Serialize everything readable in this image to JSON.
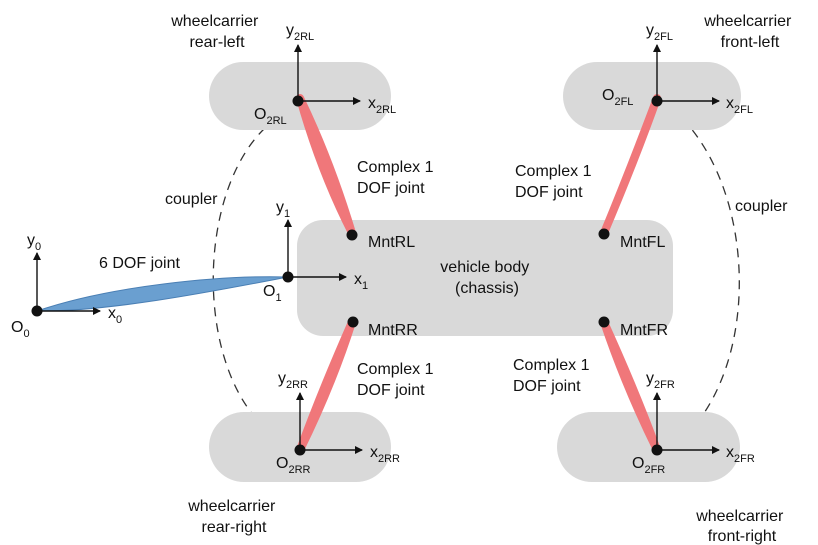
{
  "labels": {
    "wc_rl": [
      "wheelcarrier",
      "rear-left"
    ],
    "wc_fl": [
      "wheelcarrier",
      "front-left"
    ],
    "wc_rr": [
      "wheelcarrier",
      "rear-right"
    ],
    "wc_fr": [
      "wheelcarrier",
      "front-right"
    ],
    "joint_rl": [
      "Complex 1",
      "DOF joint"
    ],
    "joint_fl": [
      "Complex 1",
      "DOF joint"
    ],
    "joint_rr": [
      "Complex 1",
      "DOF joint"
    ],
    "joint_fr": [
      "Complex 1",
      "DOF joint"
    ],
    "coupler_left": "coupler",
    "coupler_right": "coupler",
    "six_dof": "6 DOF joint",
    "body": [
      "vehicle body",
      "(chassis)"
    ],
    "mnt_rl": "MntRL",
    "mnt_fl": "MntFL",
    "mnt_rr": "MntRR",
    "mnt_fr": "MntFR"
  },
  "frames": {
    "o0": {
      "origin": [
        "O",
        "0"
      ],
      "x": [
        "x",
        "0"
      ],
      "y": [
        "y",
        "0"
      ]
    },
    "o1": {
      "origin": [
        "O",
        "1"
      ],
      "x": [
        "x",
        "1"
      ],
      "y": [
        "y",
        "1"
      ]
    },
    "o2rl": {
      "origin": [
        "O",
        "2RL"
      ],
      "x": [
        "x",
        "2RL"
      ],
      "y": [
        "y",
        "2RL"
      ]
    },
    "o2fl": {
      "origin": [
        "O",
        "2FL"
      ],
      "x": [
        "x",
        "2FL"
      ],
      "y": [
        "y",
        "2FL"
      ]
    },
    "o2rr": {
      "origin": [
        "O",
        "2RR"
      ],
      "x": [
        "x",
        "2RR"
      ],
      "y": [
        "y",
        "2RR"
      ]
    },
    "o2fr": {
      "origin": [
        "O",
        "2FR"
      ],
      "x": [
        "x",
        "2FR"
      ],
      "y": [
        "y",
        "2FR"
      ]
    }
  },
  "colors": {
    "body_fill": "#d9d9d9",
    "link_red": "#f0777a",
    "link_blue": "#6a9fd0",
    "ink": "#111111"
  }
}
